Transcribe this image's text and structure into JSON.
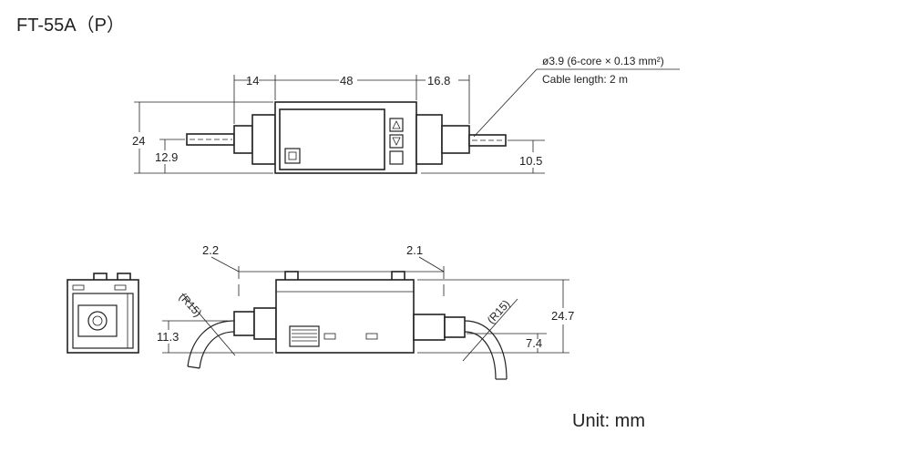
{
  "title": "FT-55A（P）",
  "unit_label": "Unit: mm",
  "cable_note": {
    "line1": "ø3.9 (6-core × 0.13 mm²)",
    "line2": "Cable length: 2 m"
  },
  "top_view": {
    "dim_left": "14",
    "dim_center": "48",
    "dim_right": "16.8",
    "dim_height": "24",
    "dim_left_axis": "12.9",
    "dim_right_axis": "10.5"
  },
  "side_view": {
    "dim_left_gap": "2.2",
    "dim_right_gap": "2.1",
    "dim_height": "24.7",
    "dim_left_axis": "11.3",
    "dim_right_axis": "7.4",
    "radius_left": "(R15)",
    "radius_right": "(R15)"
  },
  "colors": {
    "line": "#222222",
    "background": "#ffffff"
  }
}
